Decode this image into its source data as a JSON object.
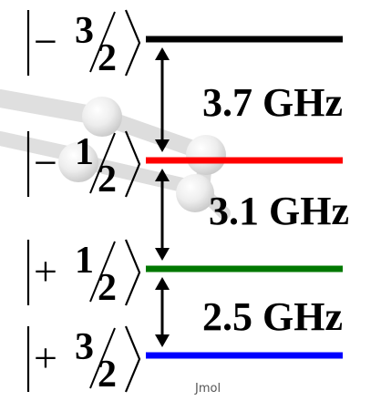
{
  "levels": [
    {
      "sign": "−",
      "numerator": "3",
      "denominator": "2",
      "color": "#000000"
    },
    {
      "sign": "−",
      "numerator": "1",
      "denominator": "2",
      "color": "#ff0000"
    },
    {
      "sign": "+",
      "numerator": "1",
      "denominator": "2",
      "color": "#007800"
    },
    {
      "sign": "+",
      "numerator": "3",
      "denominator": "2",
      "color": "#0000ff"
    }
  ],
  "transitions": [
    {
      "label": "3.7 GHz"
    },
    {
      "label": "3.1 GHz"
    },
    {
      "label": "2.5 GHz"
    }
  ],
  "watermark": "Jmol"
}
